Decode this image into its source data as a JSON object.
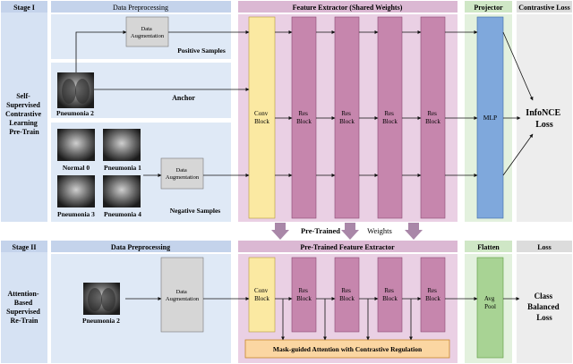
{
  "stage1": {
    "stage_label": "Stage I",
    "name_lines": [
      "Self-",
      "Supervised",
      "Contrastive",
      "Learning",
      "Pre-Train"
    ],
    "data_preprocessing_title": "Data Preprocessing",
    "augmentation_top_lines": [
      "Data",
      "Augmentation"
    ],
    "positive_samples": "Positive Samples",
    "anchor_label": "Anchor",
    "anchor_image_label": "Pneumonia 2",
    "negative_images": [
      "Normal 0",
      "Pneumonia 1",
      "Pneumonia 3",
      "Pneumonia 4"
    ],
    "augmentation_neg_lines": [
      "Data",
      "Augmentation"
    ],
    "negative_samples": "Negative Samples",
    "feature_extractor_title": "Feature Extractor (Shared Weights)",
    "conv_block_lines": [
      "Conv",
      "Block"
    ],
    "res_block_lines": [
      "Res",
      "Block"
    ],
    "projector_title": "Projector",
    "mlp_label": "MLP",
    "contrastive_loss_title": "Contrastive Loss",
    "loss_lines": [
      "InfoNCE",
      "Loss"
    ]
  },
  "transfer": {
    "pre_trained": "Pre-Trained",
    "weights": "Weights"
  },
  "stage2": {
    "stage_label": "Stage II",
    "name_lines": [
      "Attention-",
      "Based",
      "Supervised",
      "Re-Train"
    ],
    "data_preprocessing_title": "Data Preprocessing",
    "image_label": "Pneumonia 2",
    "augmentation_lines": [
      "Data",
      "Augmentation"
    ],
    "feature_extractor_title": "Pre-Trained Feature Extractor",
    "conv_block_lines": [
      "Conv",
      "Block"
    ],
    "res_block_lines": [
      "Res",
      "Block"
    ],
    "attention_label": "Mask-guided Attention with Contrastive Regulation",
    "flatten_title": "Flatten",
    "avgpool_lines": [
      "Avg",
      "Pool"
    ],
    "loss_title": "Loss",
    "loss_lines": [
      "Class",
      "Balanced",
      "Loss"
    ]
  },
  "colors": {
    "stage_blue": "#d6e2f3",
    "panel_blue": "#dfe9f6",
    "fe_pink": "#ead0e4",
    "projector_green": "#e3f1de",
    "loss_gray": "#ededed",
    "conv_yellow": "#fbe9a2",
    "res_purple": "#c686ad",
    "mlp_blue": "#7fa8dc",
    "avgpool_green": "#a8d394",
    "attention_orange": "#fbd6a2",
    "aug_gray": "#d6d6d6",
    "transfer_arrow": "#a987a8"
  },
  "icons": {
    "arrowhead": "arrowhead-icon",
    "transfer_arrow": "down-arrow-icon",
    "xray": "chest-xray-icon"
  }
}
